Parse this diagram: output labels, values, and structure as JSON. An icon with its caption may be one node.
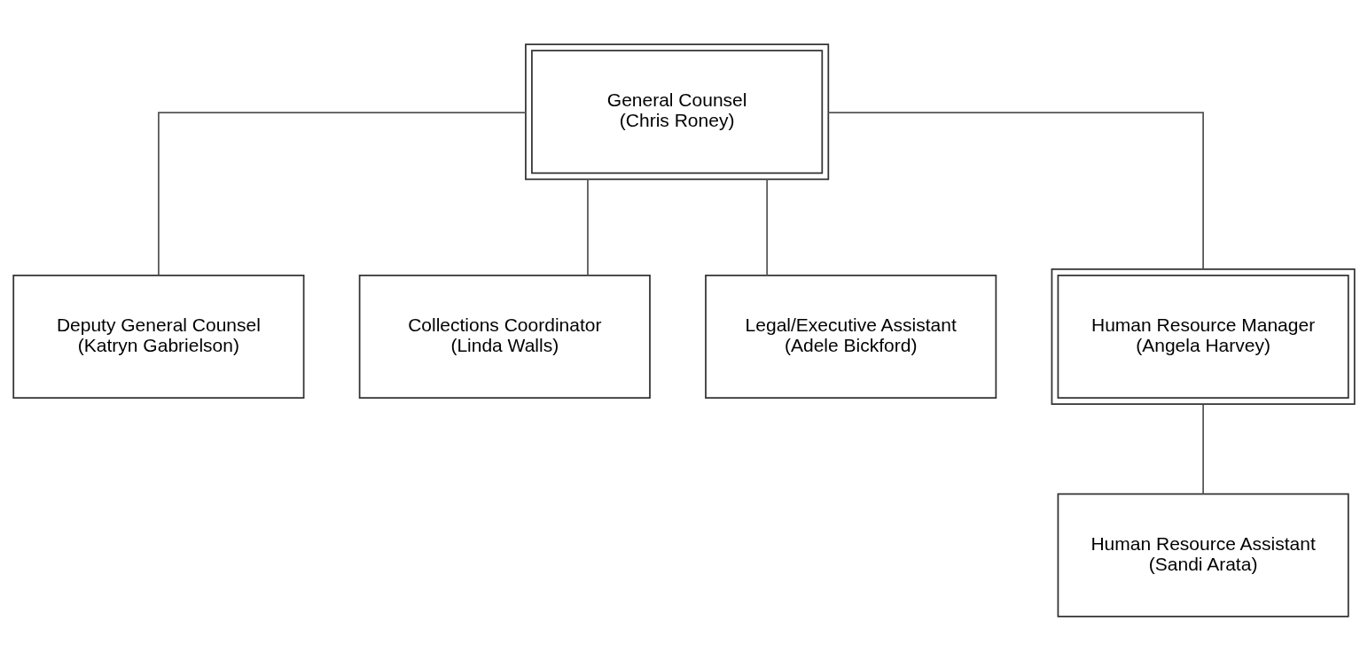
{
  "diagram": {
    "nodes": [
      {
        "text": [
          "General Counsel",
          "(Chris Roney)"
        ]
      },
      {
        "text": [
          "Deputy General Counsel",
          "(Katryn Gabrielson)"
        ]
      },
      {
        "text": [
          "Collections Coordinator",
          "(Linda Walls)"
        ]
      },
      {
        "text": [
          "Legal/Executive Assistant",
          "(Adele Bickford)"
        ]
      },
      {
        "text": [
          "Human Resource Manager",
          "(Angela Harvey)"
        ]
      },
      {
        "text": [
          "Human Resource Assistant",
          "(Sandi Arata)"
        ]
      }
    ],
    "edges": [
      {
        "from": 0,
        "to": 1,
        "arrow": "none"
      },
      {
        "from": 0,
        "to": 2,
        "arrow": "none"
      },
      {
        "from": 0,
        "to": 3,
        "arrow": "none"
      },
      {
        "from": 0,
        "to": 4,
        "arrow": "none"
      },
      {
        "from": 4,
        "to": 5,
        "arrow": "none"
      }
    ]
  }
}
